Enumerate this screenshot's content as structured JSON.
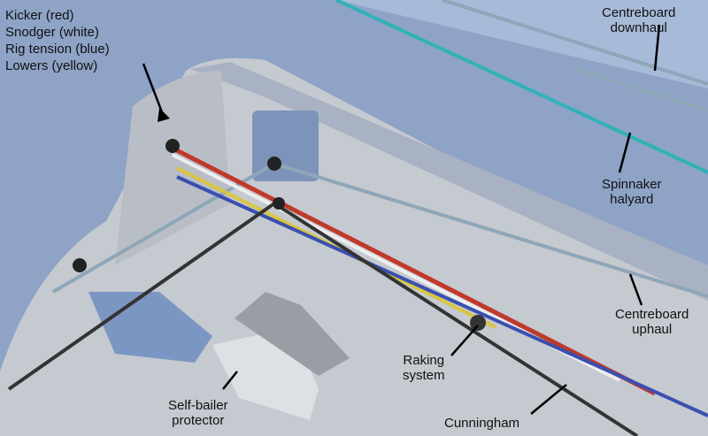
{
  "legend": {
    "items": [
      "Kicker (red)",
      "Snodger (white)",
      "Rig tension (blue)",
      "Lowers (yellow)"
    ]
  },
  "labels": {
    "centreboard_downhaul": [
      "Centreboard",
      "downhaul"
    ],
    "spinnaker_halyard": [
      "Spinnaker",
      "halyard"
    ],
    "centreboard_uphaul": [
      "Centreboard",
      "uphaul"
    ],
    "raking_system": [
      "Raking",
      "system"
    ],
    "self_bailer_protector": [
      "Self-bailer",
      "protector"
    ],
    "cunningham": "Cunningham"
  },
  "colors": {
    "hull_blue": "#7d99c4",
    "deck_grey": "#c8ccd3",
    "kicker": "#c0392b",
    "rig_tension": "#3a4fb0",
    "lowers": "#d8c640",
    "spinnaker_halyard": "#2fb3b8"
  }
}
